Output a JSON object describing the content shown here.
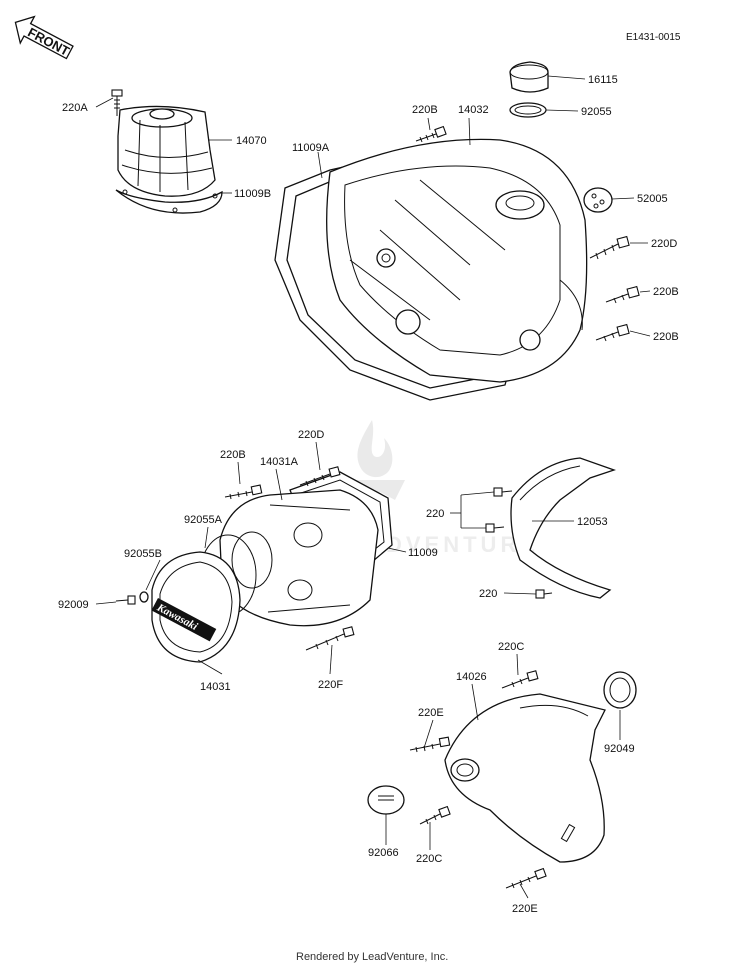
{
  "doc_id": "E1431-0015",
  "front_label": "FRONT",
  "footer": "Rendered by LeadVenture, Inc.",
  "watermark": "LEADVENTURE",
  "logo_text": "Kawasaki",
  "callouts": {
    "c220A": "220A",
    "c14070": "14070",
    "c11009B": "11009B",
    "c16115": "16115",
    "c92055": "92055",
    "c220B_top": "220B",
    "c14032": "14032",
    "c11009A": "11009A",
    "c52005": "52005",
    "c220D_right": "220D",
    "c220B_r1": "220B",
    "c220B_r2": "220B",
    "c220D_mid": "220D",
    "c220B_mid": "220B",
    "c14031A": "14031A",
    "c92055A": "92055A",
    "c92055B": "92055B",
    "c92009": "92009",
    "c11009": "11009",
    "c14031": "14031",
    "c220F": "220F",
    "c220_a": "220",
    "c12053": "12053",
    "c220_b": "220",
    "c220C_top": "220C",
    "c14026": "14026",
    "c220E_top": "220E",
    "c92049": "92049",
    "c92066": "92066",
    "c220C_bot": "220C",
    "c220E_bot": "220E"
  }
}
